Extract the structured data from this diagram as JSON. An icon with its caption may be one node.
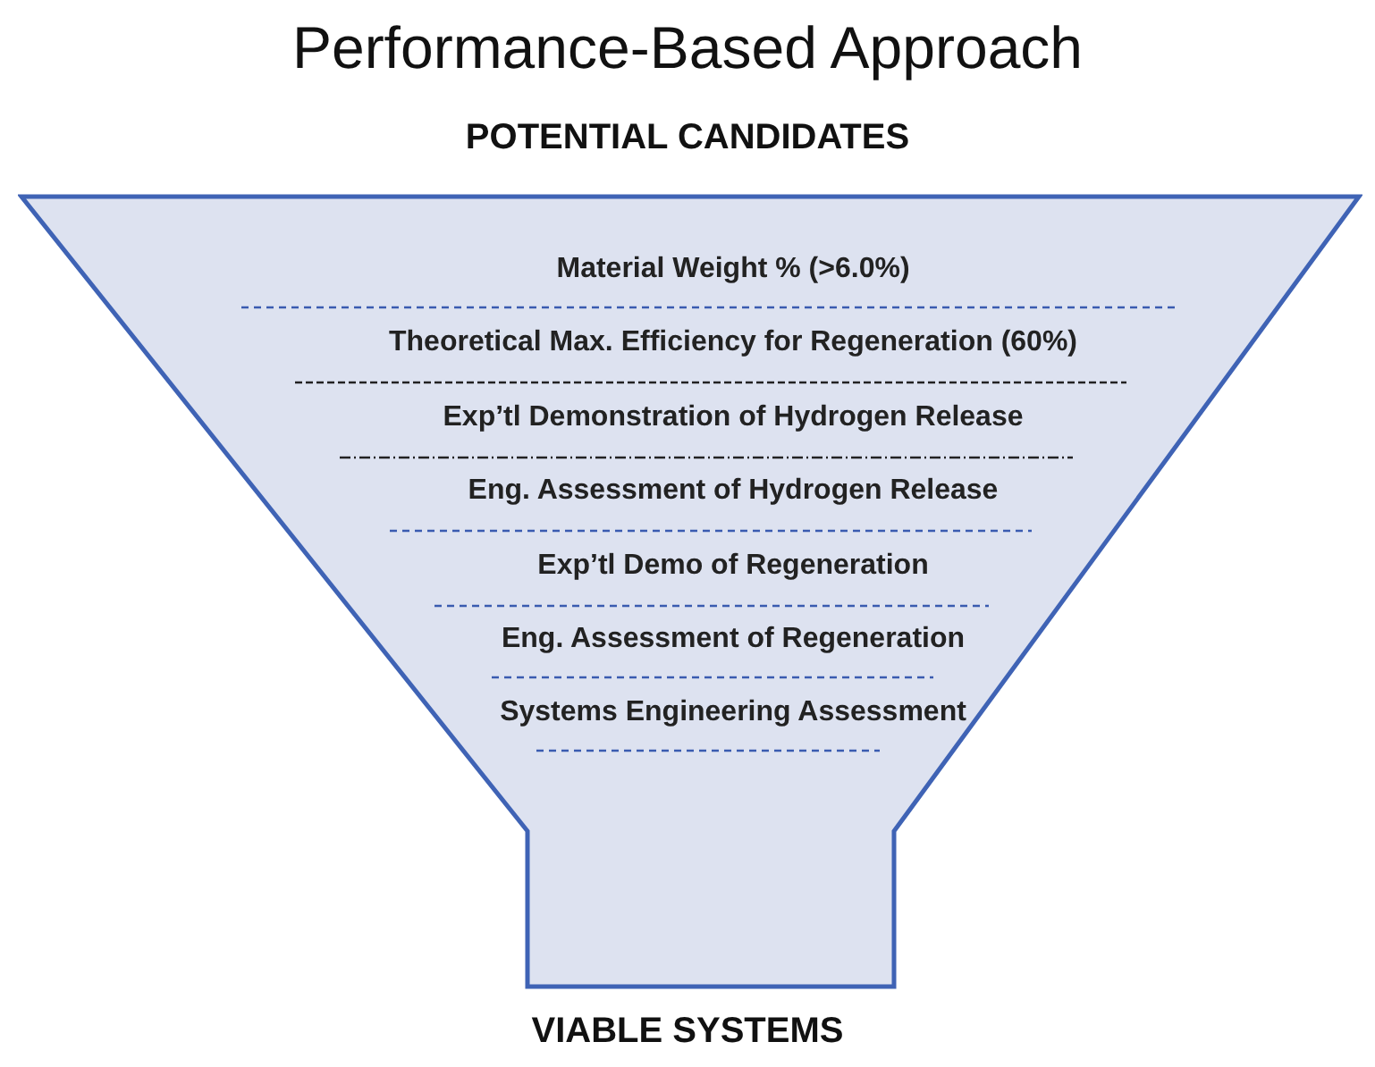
{
  "diagram": {
    "title": "Performance-Based Approach",
    "nodes": [
      {
        "text": [
          "Material Weight % (>6.0%)",
          "Theoretical Max. Efficiency for Regeneration (60%)",
          "Exp’tl Demonstration of Hydrogen Release",
          "Eng. Assessment of Hydrogen Release",
          "Exp’tl Demo of Regeneration",
          "Eng. Assessment of Regeneration",
          "Systems Engineering Assessment"
        ]
      }
    ],
    "labels": [
      "POTENTIAL CANDIDATES",
      "VIABLE SYSTEMS"
    ]
  }
}
